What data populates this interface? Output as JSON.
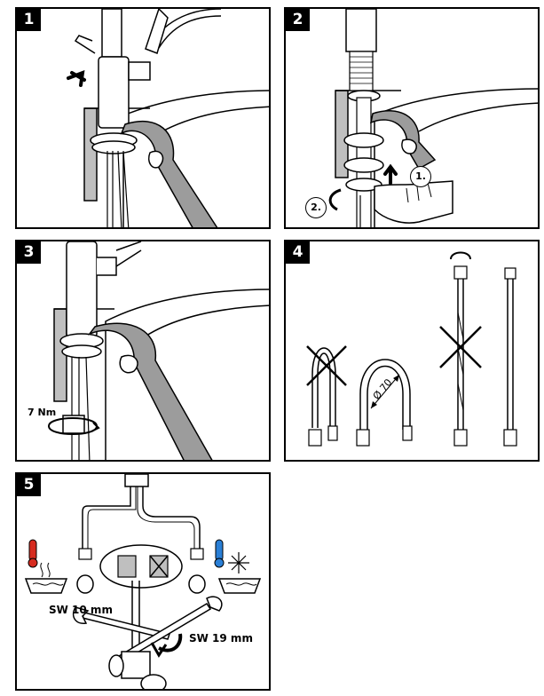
{
  "steps": [
    {
      "number": "1"
    },
    {
      "number": "2",
      "callouts": [
        "1.",
        "2."
      ]
    },
    {
      "number": "3",
      "torque": "7 Nm"
    },
    {
      "number": "4",
      "bend_diameter": "Ø 70"
    },
    {
      "number": "5",
      "wrench_small": "SW 10 mm",
      "wrench_large": "SW 19 mm"
    }
  ],
  "icons": {
    "hot": "thermometer-hot-icon",
    "cold": "thermometer-cold-icon",
    "prohibited": "cross-icon",
    "rotate": "rotate-arrow-icon"
  },
  "colors": {
    "hot": "#d62b1f",
    "cold": "#2a7fd6",
    "line": "#000000",
    "shade": "#bfbfbf"
  }
}
